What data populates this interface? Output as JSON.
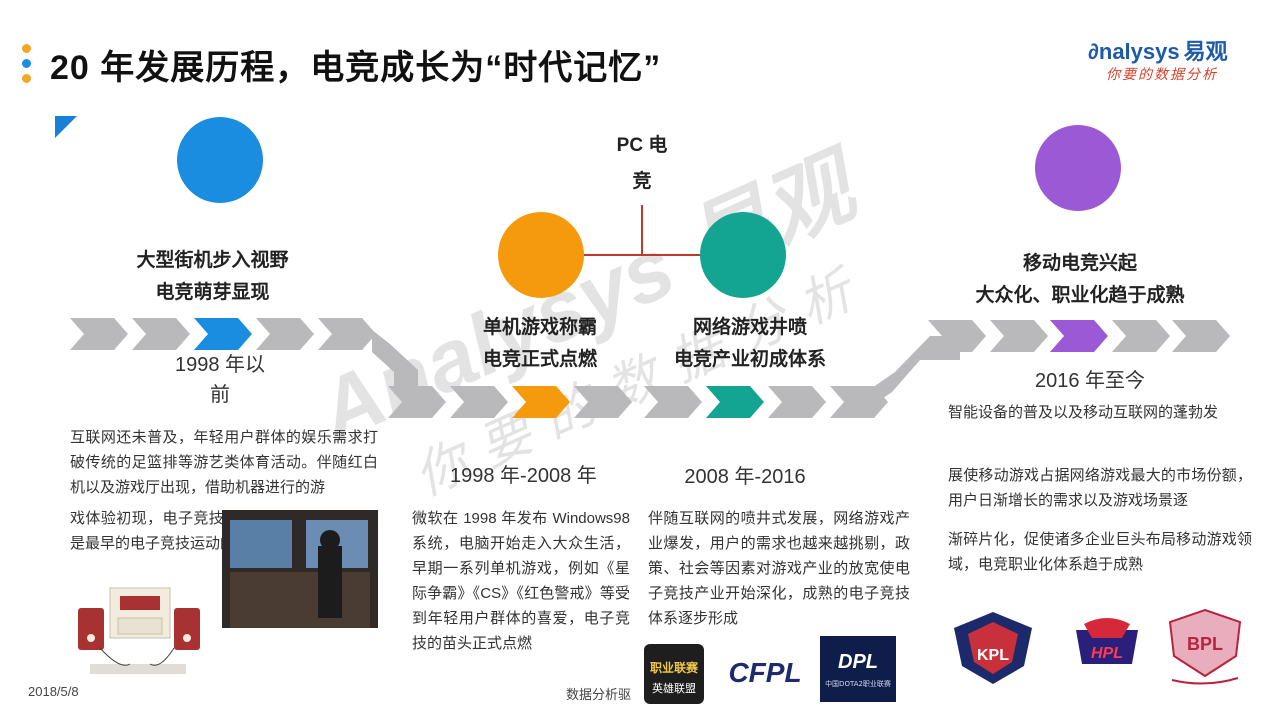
{
  "header": {
    "title": "20 年发展历程，电竞成长为“时代记忆”",
    "logo_text": "nalysys",
    "logo_cn": "易观",
    "logo_slogan": "你要的数据分析"
  },
  "watermark": {
    "line1": "Analysys 易观",
    "line2": "你要的数据分析"
  },
  "colors": {
    "stage1": "#1a8de0",
    "stage2": "#f59a0c",
    "stage3": "#13a592",
    "stage4": "#9b59d6",
    "chevron_gray": "#b9b9bb",
    "connector": "#c0392b"
  },
  "pc_label": {
    "line1": "PC 电",
    "line2": "竞"
  },
  "stages": [
    {
      "title_line1": "大型街机步入视野",
      "title_line2": "电竞萌芽显现",
      "year_line1": "1998 年以",
      "year_line2": "前",
      "desc1": "互联网还未普及，年轻用户群体的娱乐需求打破传统的足篮排等游艺类体育活动。伴随红白机以及游戏厅出现，借助机器进行的游",
      "desc2": "戏体验初现，电子竞技的萌芽开始显现，这也是最早的电子竞技运动的雏形"
    },
    {
      "title_line1": "单机游戏称霸",
      "title_line2": "电竞正式点燃",
      "year_line1": "1998 年-2008 年",
      "desc": "微软在 1998 年发布 Windows98 系统，电脑开始走入大众生活，早期一系列单机游戏，例如《星际争霸》《CS》《红色警戒》等受到年轻用户群体的喜爱，电子竞技的苗头正式点燃"
    },
    {
      "title_line1": "网络游戏井喷",
      "title_line2": "电竞产业初成体系",
      "year_line1": "2008 年-2016",
      "desc": "伴随互联网的喷井式发展，网络游戏产业爆发，用户的需求也越来越挑剔，政策、社会等因素对游戏产业的放宽使电子竞技产业开始深化，成熟的电子竞技体系逐步形成"
    },
    {
      "title_line1": "移动电竞兴起",
      "title_line2": "大众化、职业化趋于成熟",
      "year_line1": "2016 年至今",
      "desc1": "智能设备的普及以及移动互联网的蓬勃发",
      "desc2": "展使移动游戏占据网络游戏最大的市场份额，用户日渐增长的需求以及游戏场景逐",
      "desc3": "渐碎片化，促使诸多企业巨头布局移动游戏领域，电竞职业化体系趋于成熟"
    }
  ],
  "logos": {
    "lpl_top": "职业联赛",
    "lpl_bottom": "英雄联盟",
    "cfpl": "CFPL",
    "dpl": "DPL",
    "dpl_sub": "中国DOTA2职业联赛",
    "kpl": "KPL",
    "hpl": "HPL",
    "bpl": "BPL"
  },
  "footer": {
    "date": "2018/5/8",
    "center": "数据分析驱"
  }
}
